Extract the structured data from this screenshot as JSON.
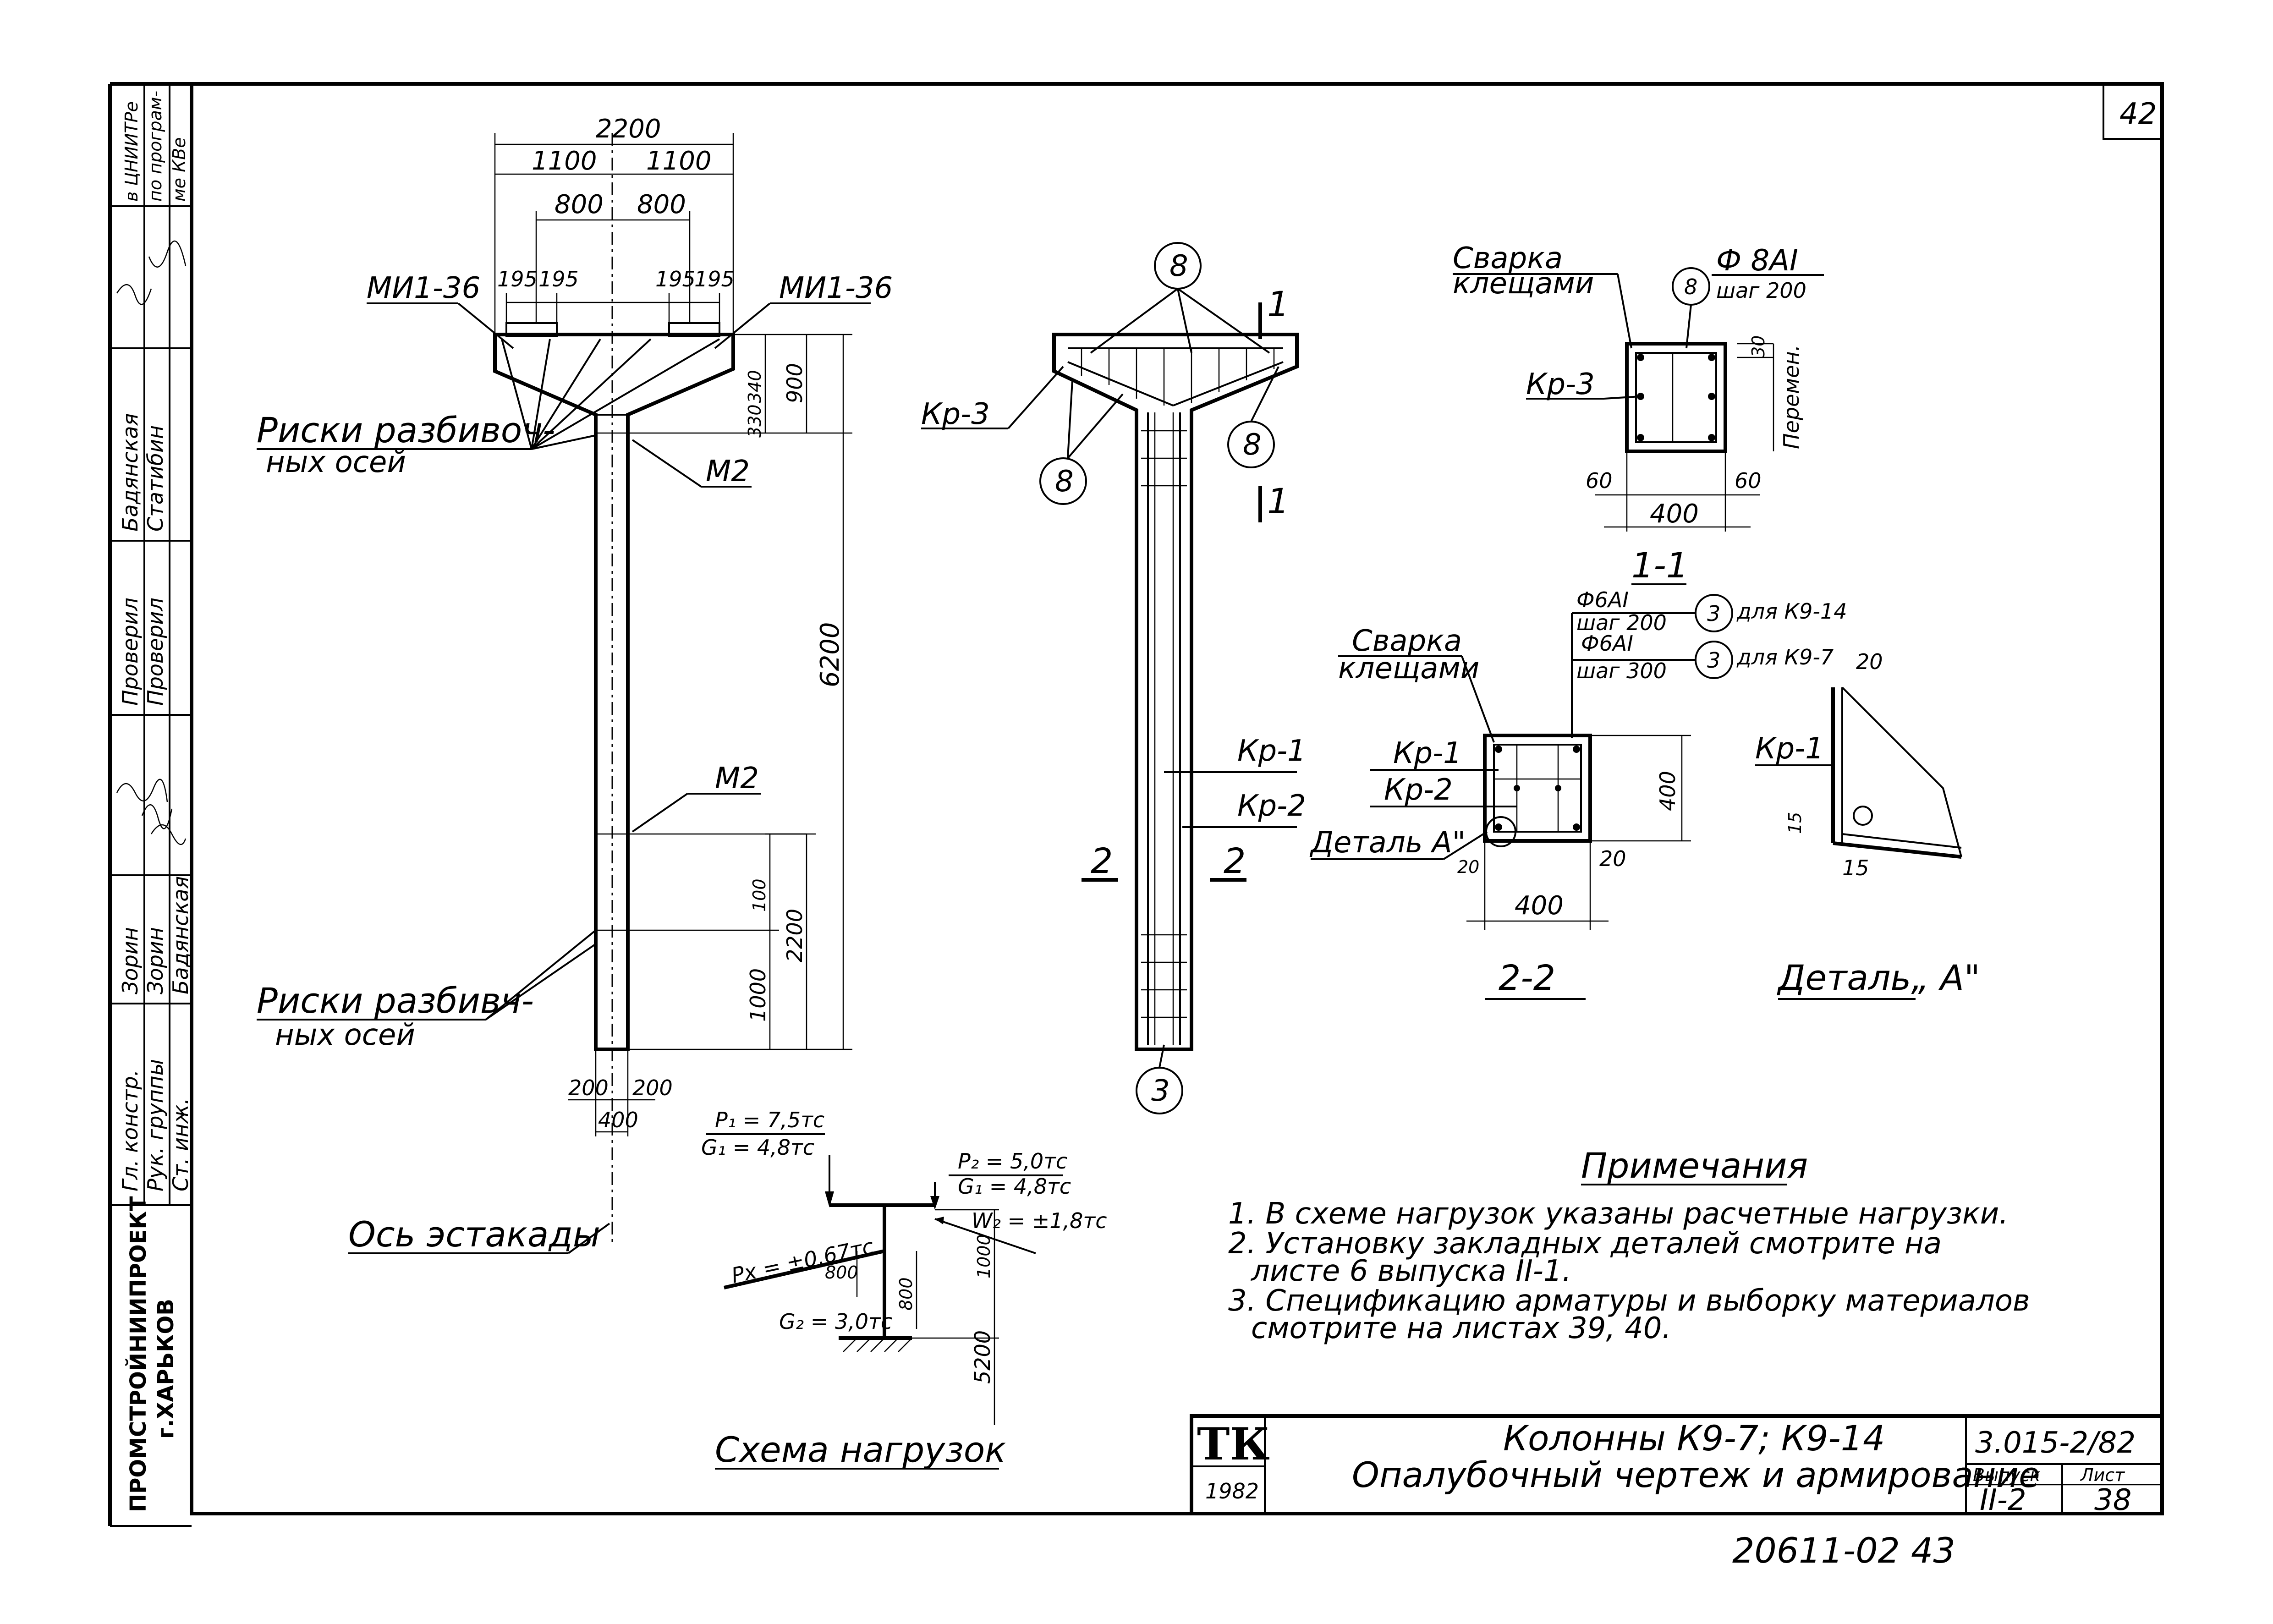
{
  "sheet": {
    "page_number": "42",
    "bottom_code": "20611-02  43"
  },
  "left_strip": {
    "org_line1": "ПРОМСТРОЙНИИПРОЕКТ",
    "org_line2": "г.ХАРЬКОВ",
    "roles": [
      {
        "role": "Гл. констр.",
        "name": "Зорин"
      },
      {
        "role": "Рук. группы",
        "name": "Зорин"
      },
      {
        "role": "Ст. инж.",
        "name": "Бадянская"
      }
    ],
    "checks": [
      "Проверил",
      "Проверил"
    ],
    "names": [
      "Бадянская",
      "Статибин"
    ],
    "note_top": [
      "в ЦНИИТРе",
      "по програм-",
      "ме КВе"
    ]
  },
  "front_view": {
    "dims_top": [
      "2200",
      "1100",
      "1100",
      "800",
      "800",
      "195",
      "195",
      "195",
      "195"
    ],
    "dims_right": [
      "340",
      "330",
      "900",
      "6200",
      "100",
      "2200",
      "1000"
    ],
    "dims_bottom": [
      "200",
      "200",
      "400"
    ],
    "labels": {
      "mi_left": "МИ1-36",
      "mi_right": "МИ1-36",
      "m2_top": "М2",
      "m2_mid": "М2",
      "axes_top_1": "Риски разбивоч-",
      "axes_top_2": "ных осей",
      "axes_bot_1": "Риски разбивч-",
      "axes_bot_2": "ных осей",
      "axis": "Ось эстакады"
    }
  },
  "rebar_view": {
    "kp3": "Кр-3",
    "kp1": "Кр-1",
    "kp2": "Кр-2",
    "mark8": "8",
    "mark3": "3",
    "sec1": "1",
    "sec2": "2"
  },
  "section_top": {
    "weld": "Сварка",
    "weld2": "клещами",
    "bar": "Ф 8AI",
    "step": "шаг 200",
    "mark": "8",
    "kp3": "Кр-3",
    "d30": "30",
    "var": "Перемен.",
    "d60a": "60",
    "d60b": "60",
    "d400": "400"
  },
  "section_22": {
    "title_11": "1-1",
    "bar1": "Ф6AI",
    "step1": "шаг 200",
    "bar2": "Ф6AI",
    "step2": "шаг 300",
    "mark": "3",
    "for1": "для К9-14",
    "for2": "для К9-7",
    "weld": "Сварка",
    "weld2": "клещами",
    "kp1": "Кр-1",
    "kp2": "Кр-2",
    "detail": "Деталь А\"",
    "detail_q": "\"",
    "d20a": "20",
    "d20b": "20",
    "d400a": "400",
    "d400b": "400",
    "title": "2-2"
  },
  "detail_a": {
    "kp1": "Кр-1",
    "d20": "20",
    "d15a": "15",
    "d15b": "15",
    "title": "Деталь„ А\""
  },
  "load_scheme": {
    "p1": "P₁ = 7,5тс",
    "g1a": "G₁ = 4,8тс",
    "p2": "P₂ = 5,0тс",
    "g1b": "G₁ = 4,8тс",
    "w": "W₂ = ±1,8тс",
    "px": "Px = ±0,67тс",
    "d800a": "800",
    "d800b": "800",
    "d1000": "1000",
    "d5200": "5200",
    "g2": "G₂ = 3,0тс",
    "title": "Схема нагрузок"
  },
  "notes": {
    "title": "Примечания",
    "lines": [
      "1. В схеме нагрузок указаны расчетные нагрузки.",
      "2. Установку закладных деталей смотрите на",
      "листе 6 выпуска II-1.",
      "3. Спецификацию арматуры и выборку материалов",
      "смотрите на листах 39, 40."
    ]
  },
  "title_block": {
    "logo": "ТК",
    "year": "1982",
    "title1": "Колонны К9-7; К9-14",
    "title2": "Опалубочный чертеж и армирование",
    "series": "3.015-2/82",
    "issue_label": "Выпуск",
    "issue": "II-2",
    "sheet_label": "Лист",
    "sheet": "38"
  }
}
